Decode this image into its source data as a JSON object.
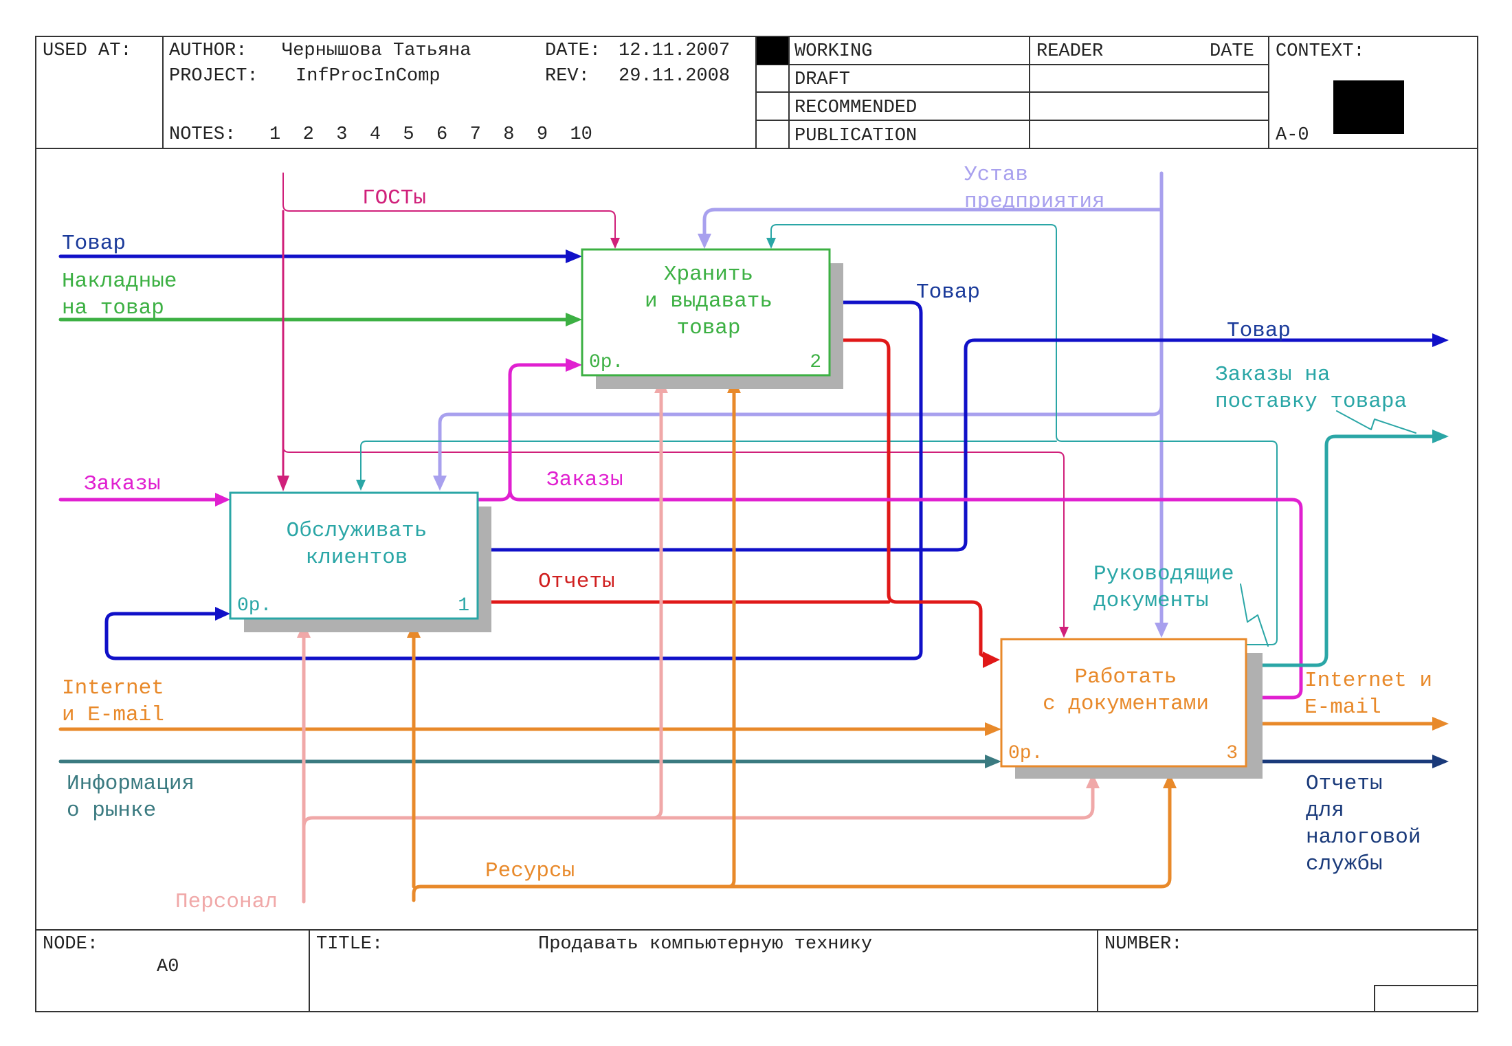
{
  "header": {
    "used_at": "USED AT:",
    "author_label": "AUTHOR:",
    "author": "Чернышова Татьяна",
    "project_label": "PROJECT:",
    "project": "InfProcInComp",
    "date_label": "DATE:",
    "date": "12.11.2007",
    "rev_label": "REV:",
    "rev": "29.11.2008",
    "notes_label": "NOTES:",
    "notes": "1  2  3  4  5  6  7  8  9  10",
    "status": [
      "WORKING",
      "DRAFT",
      "RECOMMENDED",
      "PUBLICATION"
    ],
    "reader_label": "READER",
    "reader_date_label": "DATE",
    "context_label": "CONTEXT:",
    "context_node": "A-0"
  },
  "footer": {
    "node_label": "NODE:",
    "node": "A0",
    "title_label": "TITLE:",
    "title": "Продавать компьютерную технику",
    "number_label": "NUMBER:"
  },
  "boxes": [
    {
      "lines": [
        "Обслуживать",
        "клиентов"
      ],
      "cost": "0р.",
      "number": "1",
      "color": "#2aa6a6"
    },
    {
      "lines": [
        "Хранить",
        "и выдавать",
        "товар"
      ],
      "cost": "0р.",
      "number": "2",
      "color": "#3cb043"
    },
    {
      "lines": [
        "Работать",
        "с документами"
      ],
      "cost": "0р.",
      "number": "3",
      "color": "#e8892a"
    }
  ],
  "arrow_labels": {
    "gosty": "ГОСТы",
    "tovar_in": "Товар",
    "nakladnye": [
      "Накладные",
      "на товар"
    ],
    "ustav": [
      "Устав",
      "предприятия"
    ],
    "tovar_mid": "Товар",
    "tovar_out": "Товар",
    "zakazy_postavka": [
      "Заказы на",
      "поставку товара"
    ],
    "zakazy_in": "Заказы",
    "zakazy_mid": "Заказы",
    "otchety": "Отчеты",
    "rukovod": [
      "Руководящие",
      "документы"
    ],
    "internet_in": [
      "Internet",
      "и E-mail"
    ],
    "internet_out": [
      "Internet и",
      "E-mail"
    ],
    "info_rynok": [
      "Информация",
      "о рынке"
    ],
    "otchety_nalog": [
      "Отчеты",
      "для",
      "налоговой",
      "службы"
    ],
    "resursy": "Ресурсы",
    "personal": "Персонал"
  },
  "colors": {
    "blue": "#1010c8",
    "green": "#3cb043",
    "magenta": "#e020d0",
    "crimson": "#d0207a",
    "lavender": "#a8a0ee",
    "teal": "#2aa6a6",
    "red": "#e01818",
    "orange": "#e8892a",
    "pink": "#f0a8a8",
    "slate": "#3a7a80",
    "navy": "#1a3a7a"
  }
}
